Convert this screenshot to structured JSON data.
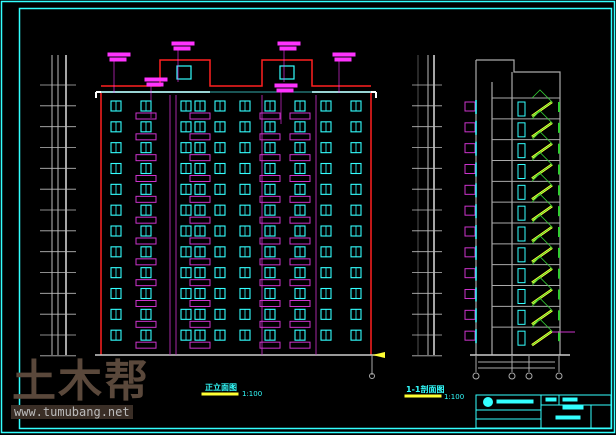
{
  "drawing": {
    "elevation_title": "正立面图",
    "elevation_scale": "1:100",
    "section_title": "1-1剖面图",
    "section_scale": "1:100"
  },
  "watermark": {
    "logo": "土木帮",
    "url": "www.tumubang.net"
  },
  "colors": {
    "frame": "#33ffff",
    "roof": "#ff2020",
    "window": "#33ffff",
    "balcony": "#cc33cc",
    "note": "#ff33ff",
    "stair": "#ffff33"
  },
  "building": {
    "floors": 12
  }
}
